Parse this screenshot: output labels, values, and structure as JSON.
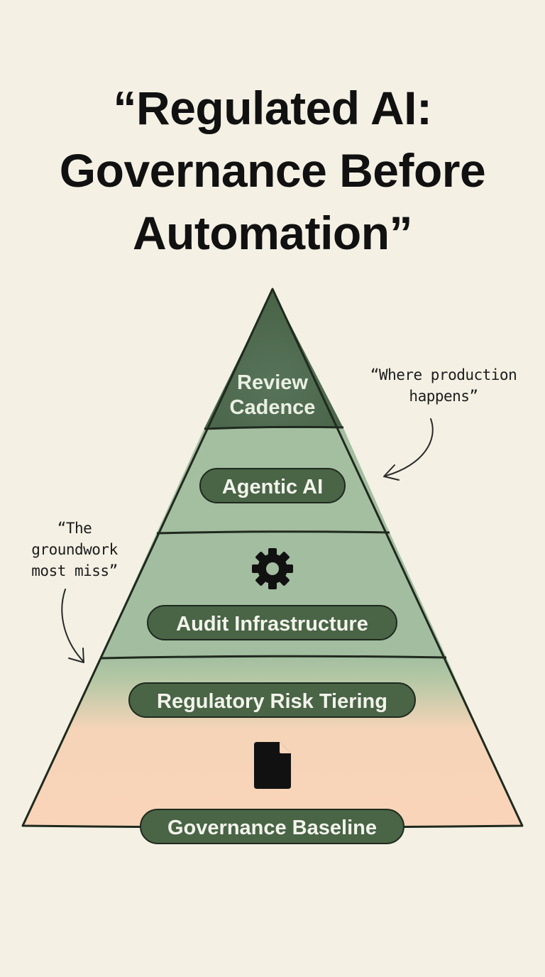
{
  "title": {
    "line1": "“Regulated AI:",
    "line2": "Governance Before",
    "line3": "Automation”"
  },
  "pyramid": {
    "tiers": [
      {
        "label_line1": "Review",
        "label_line2": "Cadence"
      },
      {
        "label": "Agentic AI"
      },
      {
        "label": "Audit Infrastructure",
        "icon": "gear-icon"
      },
      {
        "label": "Regulatory Risk Tiering"
      },
      {
        "label": "Governance Baseline",
        "icon": "document-icon"
      }
    ]
  },
  "annotations": {
    "right": {
      "line1": "“Where production",
      "line2": "happens”"
    },
    "left": {
      "line1": "“The",
      "line2": "groundwork",
      "line3": "most miss”"
    }
  },
  "colors": {
    "background": "#f4f0e4",
    "top_tier": "#4d6a4a",
    "middle_tiers": "#a3bfa0",
    "base_tier": "#f9d5b9",
    "pill": "#4a6446",
    "outline": "#1f2a1f"
  }
}
